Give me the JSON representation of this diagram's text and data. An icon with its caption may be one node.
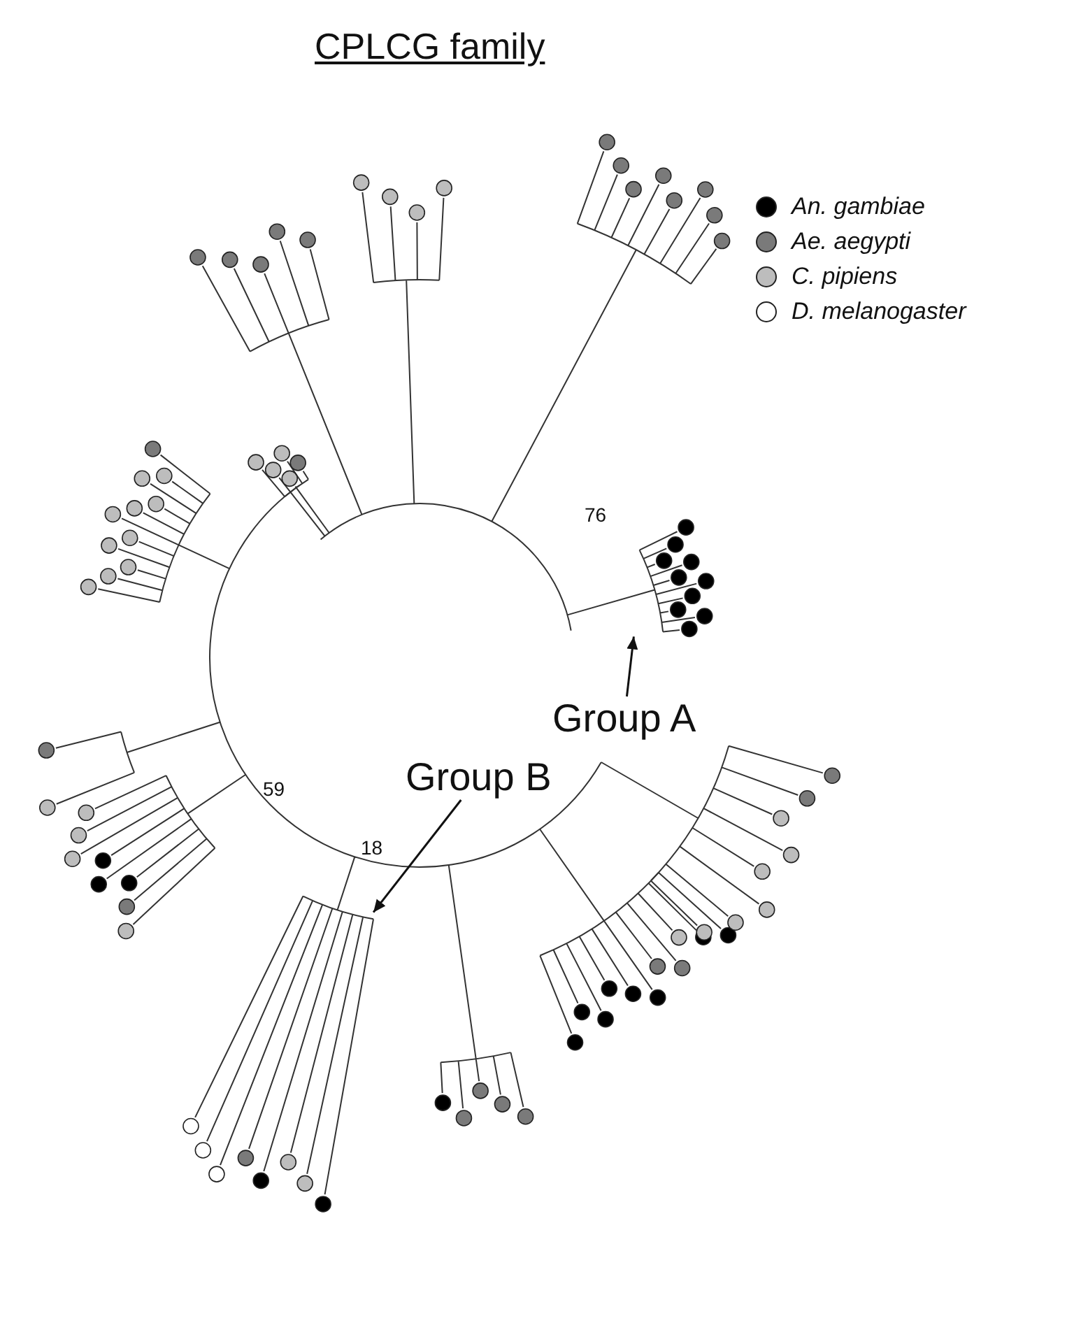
{
  "diagram": {
    "title": "CPLCG family",
    "nodes": [
      {
        "text": [
          "Group A"
        ]
      },
      {
        "text": [
          "Group B"
        ]
      },
      {
        "text": [],
        "shape": "tree"
      },
      {
        "text": [],
        "shape": "tree"
      }
    ],
    "edges": [
      {
        "from": 0,
        "to": 2,
        "arrow": "to"
      },
      {
        "from": 1,
        "to": 3,
        "arrow": "to"
      }
    ],
    "labels": [
      "76",
      "59",
      "18"
    ],
    "legend": [
      {
        "text": "An. gambiae",
        "color": "#000000"
      },
      {
        "text": "Ae. aegypti",
        "color": "#7a7a7a"
      },
      {
        "text": "C. pipiens",
        "color": "#bdbdbd"
      },
      {
        "text": "D. melanogaster",
        "color": "#ffffff"
      }
    ]
  }
}
